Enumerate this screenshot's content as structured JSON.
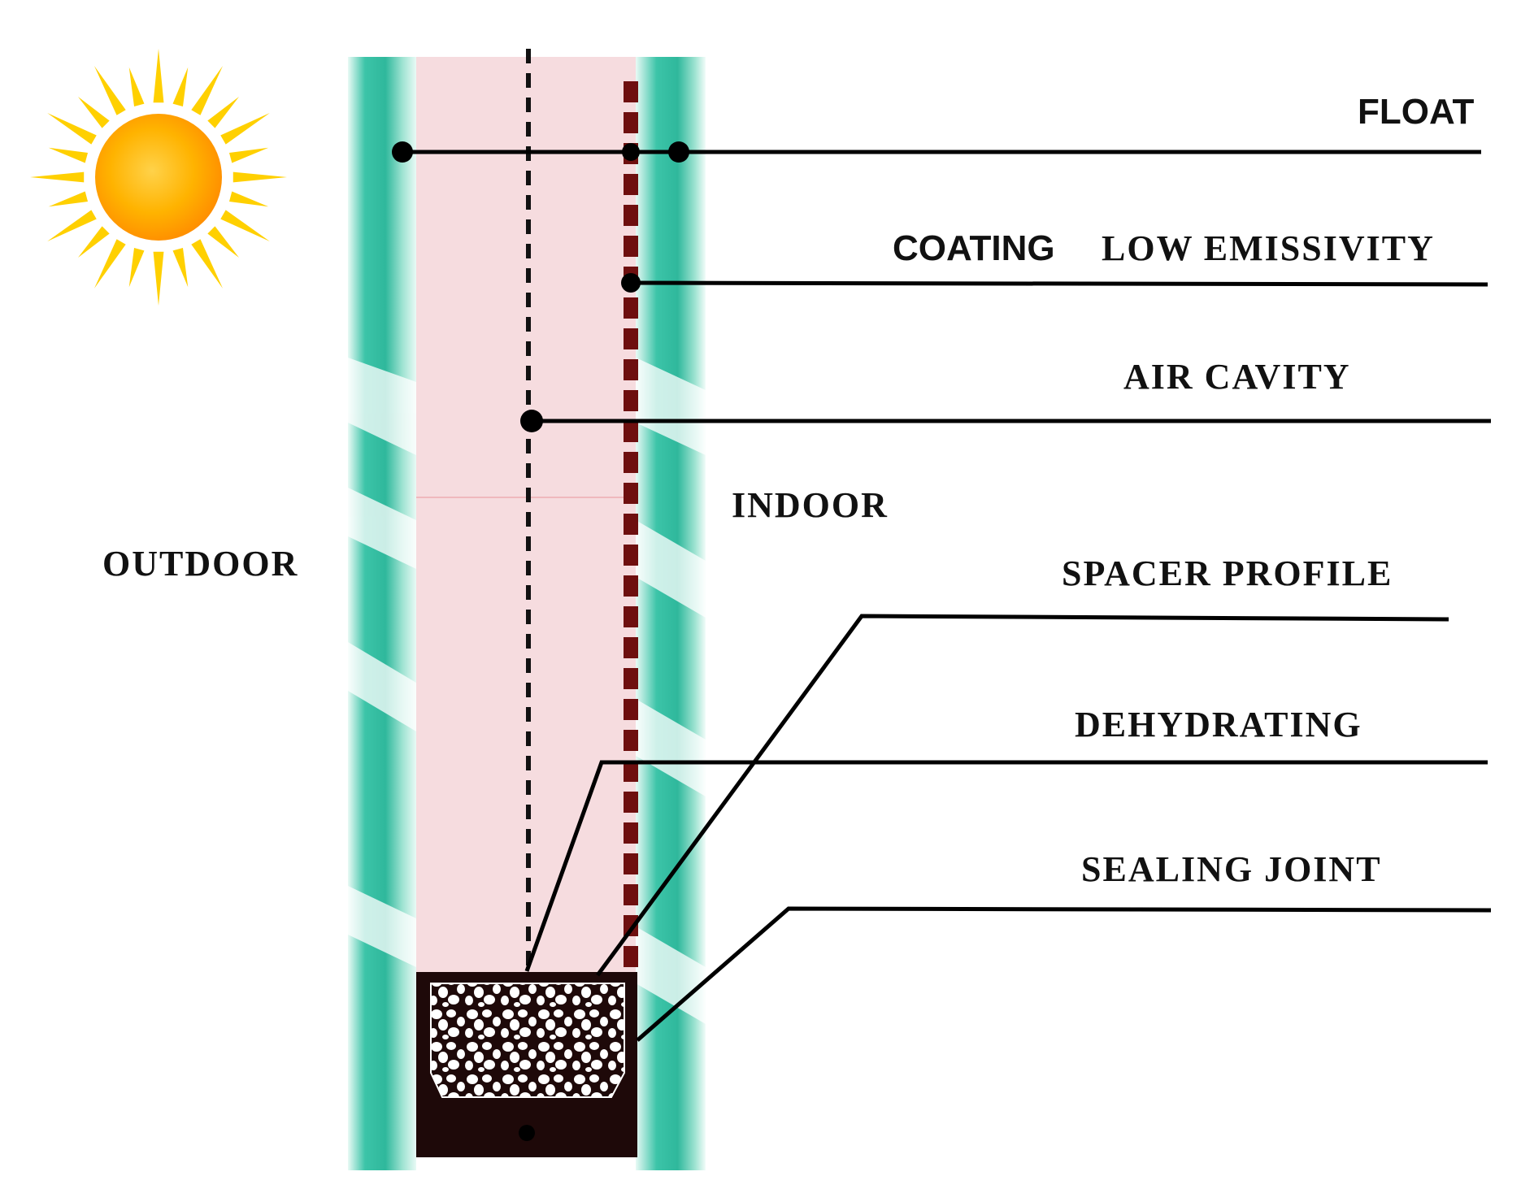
{
  "labels": {
    "float": "FLOAT",
    "coating": "COATING",
    "low_emissivity": "LOW EMISSIVITY",
    "air_cavity": "AIR CAVITY",
    "indoor": "INDOOR",
    "outdoor": "OUTDOOR",
    "spacer_profile": "SPACER PROFILE",
    "dehydrating": "DEHYDRATING",
    "sealing_joint": "SEALING JOINT"
  },
  "icons": {
    "sun": "sun-icon"
  },
  "colors": {
    "glass": "#3cc4a8",
    "glass_light": "#bfeee2",
    "air_cavity": "#f6dcdf",
    "coating": "#6e0f0f",
    "spacer": "#1e0909",
    "sun_core": "#ffb300",
    "sun_rays": "#ffd000",
    "leader_line": "#000000"
  }
}
